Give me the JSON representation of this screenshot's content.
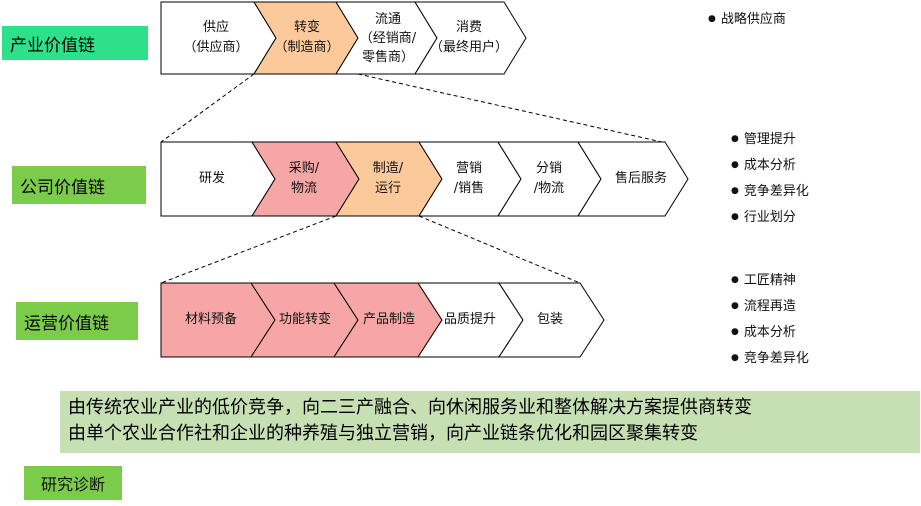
{
  "industry_chain": {
    "label": "产业价值链",
    "steps": [
      {
        "line1": "供应",
        "line2": "（供应商）",
        "line3": ""
      },
      {
        "line1": "转变",
        "line2": "（制造商）",
        "line3": ""
      },
      {
        "line1": "流通",
        "line2": "（经销商/",
        "line3": "零售商）"
      },
      {
        "line1": "消费",
        "line2": "（最终用户）",
        "line3": ""
      }
    ],
    "bullets": [
      "战略供应商"
    ]
  },
  "company_chain": {
    "label": "公司价值链",
    "steps": [
      {
        "line1": "研发",
        "line2": ""
      },
      {
        "line1": "采购/",
        "line2": "物流"
      },
      {
        "line1": "制造/",
        "line2": "运行"
      },
      {
        "line1": "营销",
        "line2": "/销售"
      },
      {
        "line1": "分销",
        "line2": "/物流"
      },
      {
        "line1": "售后服务",
        "line2": ""
      }
    ],
    "bullets": [
      "管理提升",
      "成本分析",
      "竞争差异化",
      "行业划分"
    ]
  },
  "operation_chain": {
    "label": "运营价值链",
    "steps": [
      {
        "line1": "材料预备"
      },
      {
        "line1": "功能转变"
      },
      {
        "line1": "产品制造"
      },
      {
        "line1": "品质提升"
      },
      {
        "line1": "包装"
      }
    ],
    "bullets": [
      "工匠精神",
      "流程再造",
      "成本分析",
      "竞争差异化"
    ]
  },
  "summary": {
    "line1": "由传统农业产业的低价竞争，向二三产融合、向休闲服务业和整体解决方案提供商转变",
    "line2": "由单个农业合作社和企业的种养殖与独立营销，向产业链条优化和园区聚集转变"
  },
  "diagnosis_label": "研究诊断",
  "colors": {
    "orange": "#fcc99b",
    "pink": "#f7a6a6",
    "white": "#ffffff",
    "green_label": "#7ccc4b",
    "summary_bg": "#c6e0b4"
  }
}
